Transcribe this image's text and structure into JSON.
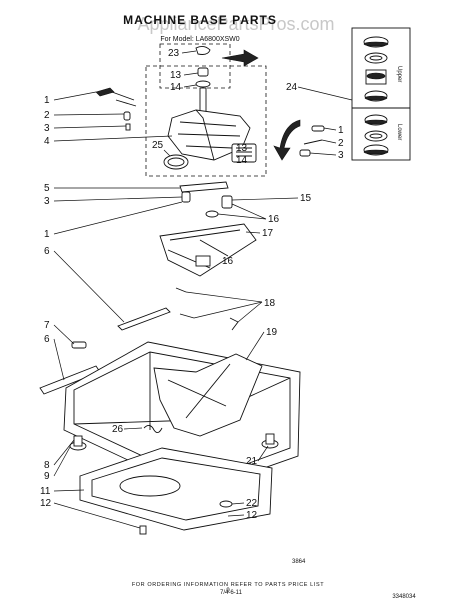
{
  "header": {
    "watermark": "AppliancePartsPros.com",
    "title": "MACHINE BASE PARTS",
    "model_line": "For Model: LA6800XSW0"
  },
  "legend": {
    "upper": "Upper",
    "lower": "Lower"
  },
  "callouts": {
    "c23": "23",
    "c13": "13",
    "c14": "14",
    "c24": "24",
    "l1": "1",
    "l2": "2",
    "l3": "3",
    "l4": "4",
    "c25": "25",
    "c13b": "13",
    "c14b": "14",
    "r1": "1",
    "r2": "2",
    "r3": "3",
    "l5": "5",
    "l3b": "3",
    "c15": "15",
    "c16": "16",
    "l1b": "1",
    "c17": "17",
    "l6": "6",
    "c16b": "16",
    "c18": "18",
    "l7": "7",
    "l6b": "6",
    "c19": "19",
    "c26": "26",
    "l8": "8",
    "l9": "9",
    "l11": "11",
    "l12": "12",
    "c21": "21",
    "c22": "22",
    "c12b": "12"
  },
  "footer": {
    "note": "FOR ORDERING INFORMATION REFER TO PARTS PRICE LIST",
    "page_number": "9",
    "part_number": "3348034",
    "figure_code": "3864",
    "date_code": "7/4-6-11"
  }
}
